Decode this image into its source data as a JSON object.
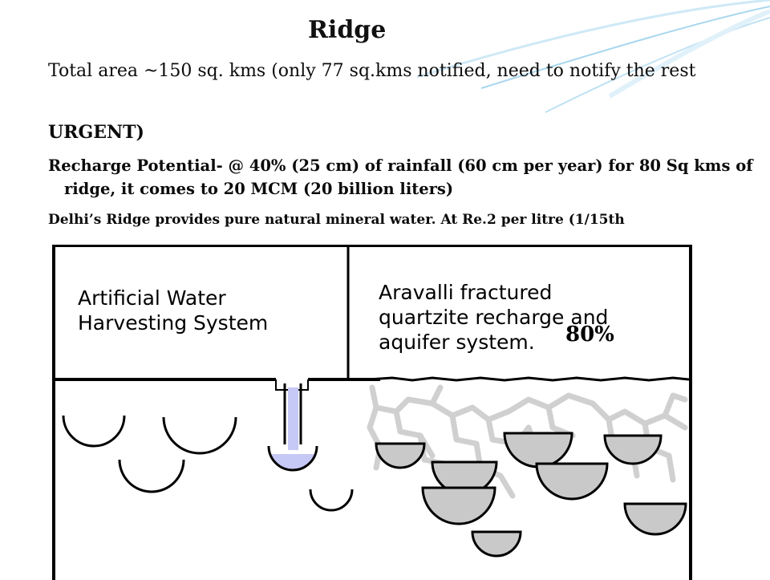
{
  "slide": {
    "title": "Ridge",
    "paragraphs": {
      "area": "Total area ~150 sq. kms (only 77 sq.kms notified, need to notify the rest",
      "urgent": "URGENT)",
      "recharge": "Recharge Potential- @ 40% (25 cm) of rainfall (60 cm per year) for 80 Sq kms of ridge, it comes to 20 MCM (20 billion liters)",
      "mineral": "Delhi’s Ridge provides pure natural mineral water. At Re.2 per litre (1/15th"
    },
    "percent_label": "80%"
  },
  "diagram": {
    "left_caption": [
      "Artificial Water",
      "Harvesting System"
    ],
    "right_caption": [
      "Aravalli fractured",
      "quartzite recharge and",
      "aquifer system."
    ],
    "water_color": "#c6c9f5",
    "fill_color": "#c9c9c9"
  },
  "theme": {
    "accent": "#9fd3ee",
    "text": "#0b0b0b"
  }
}
